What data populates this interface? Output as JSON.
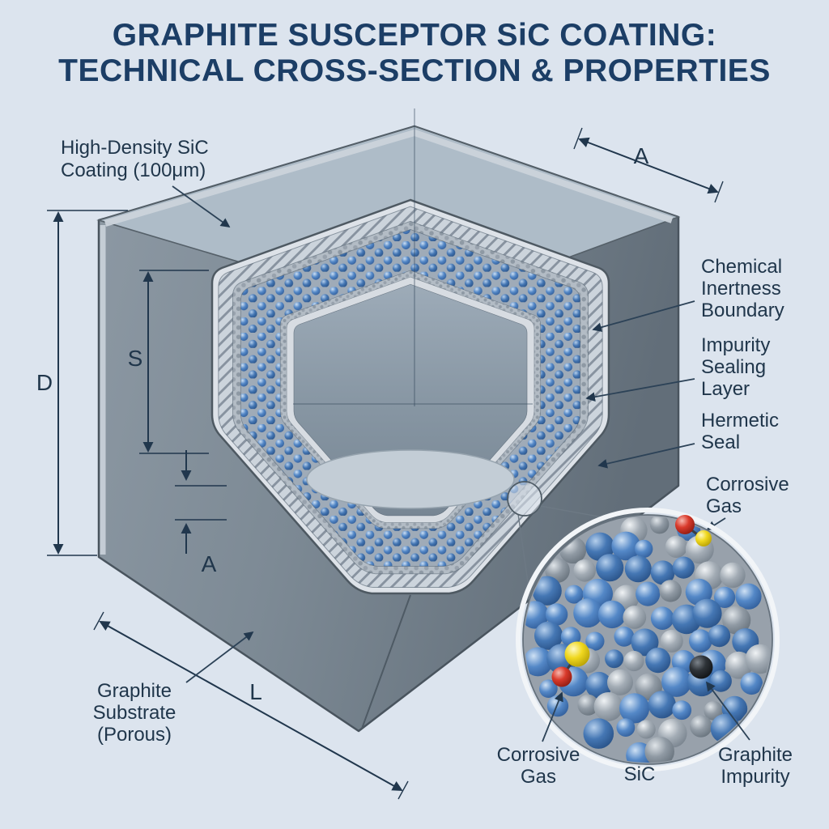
{
  "title": [
    "GRAPHITE SUSCEPTOR SiC COATING:",
    "TECHNICAL CROSS-SECTION & PROPERTIES"
  ],
  "callouts": {
    "coating": [
      "High-Density SiC",
      "Coating (100μm)"
    ],
    "chemical_inertness": [
      "Chemical",
      "Inertness",
      "Boundary"
    ],
    "impurity_sealing": [
      "Impurity",
      "Sealing",
      "Layer"
    ],
    "hermetic_seal": [
      "Hermetic",
      "Seal"
    ],
    "corrosive_gas": [
      "Corrosive",
      "Gas"
    ],
    "graphite_substrate": [
      "Graphite",
      "Substrate",
      "(Porous)"
    ]
  },
  "dimensions": {
    "height": "D",
    "inner_depth": "S",
    "coating_thickness": "A",
    "top_width": "A",
    "length": "L"
  },
  "inset": {
    "corrosive_gas": [
      "Corrosive",
      "Gas"
    ],
    "sic": "SiC",
    "graphite_impurity": [
      "Graphite",
      "Impurity"
    ]
  },
  "colors": {
    "background": "#dce4ee",
    "title": "#1c3e66",
    "label": "#20364b",
    "block_gray": "#7d8a95",
    "sic_blue": "#4a7fc0",
    "corrosive_red": "#d93a2b",
    "corrosive_yellow": "#f0d81f",
    "impurity_black": "#1d2226"
  }
}
